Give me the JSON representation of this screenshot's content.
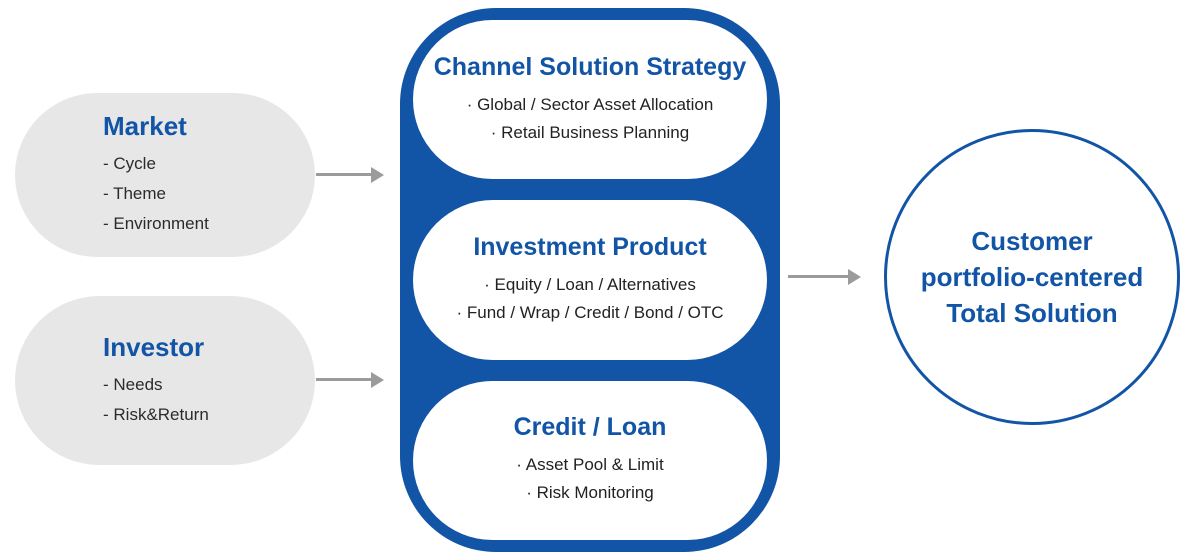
{
  "colors": {
    "brand_blue": "#1254a5",
    "gray_pill": "#e7e7e7",
    "arrow_gray": "#9b9b9b",
    "body_text": "#2b2b2b"
  },
  "left_pills": [
    {
      "title": "Market",
      "items": [
        "- Cycle",
        "- Theme",
        "- Environment"
      ]
    },
    {
      "title": "Investor",
      "items": [
        "- Needs",
        "- Risk&Return"
      ]
    }
  ],
  "center": {
    "pills": [
      {
        "title": "Channel Solution Strategy",
        "items": [
          "· Global / Sector Asset Allocation",
          "· Retail Business Planning"
        ]
      },
      {
        "title": "Investment Product",
        "items": [
          "· Equity / Loan / Alternatives",
          "· Fund / Wrap / Credit / Bond / OTC"
        ]
      },
      {
        "title": "Credit / Loan",
        "items": [
          "· Asset Pool & Limit",
          "· Risk Monitoring"
        ]
      }
    ]
  },
  "result_circle": {
    "lines": [
      "Customer",
      "portfolio-centered",
      "Total Solution"
    ]
  }
}
